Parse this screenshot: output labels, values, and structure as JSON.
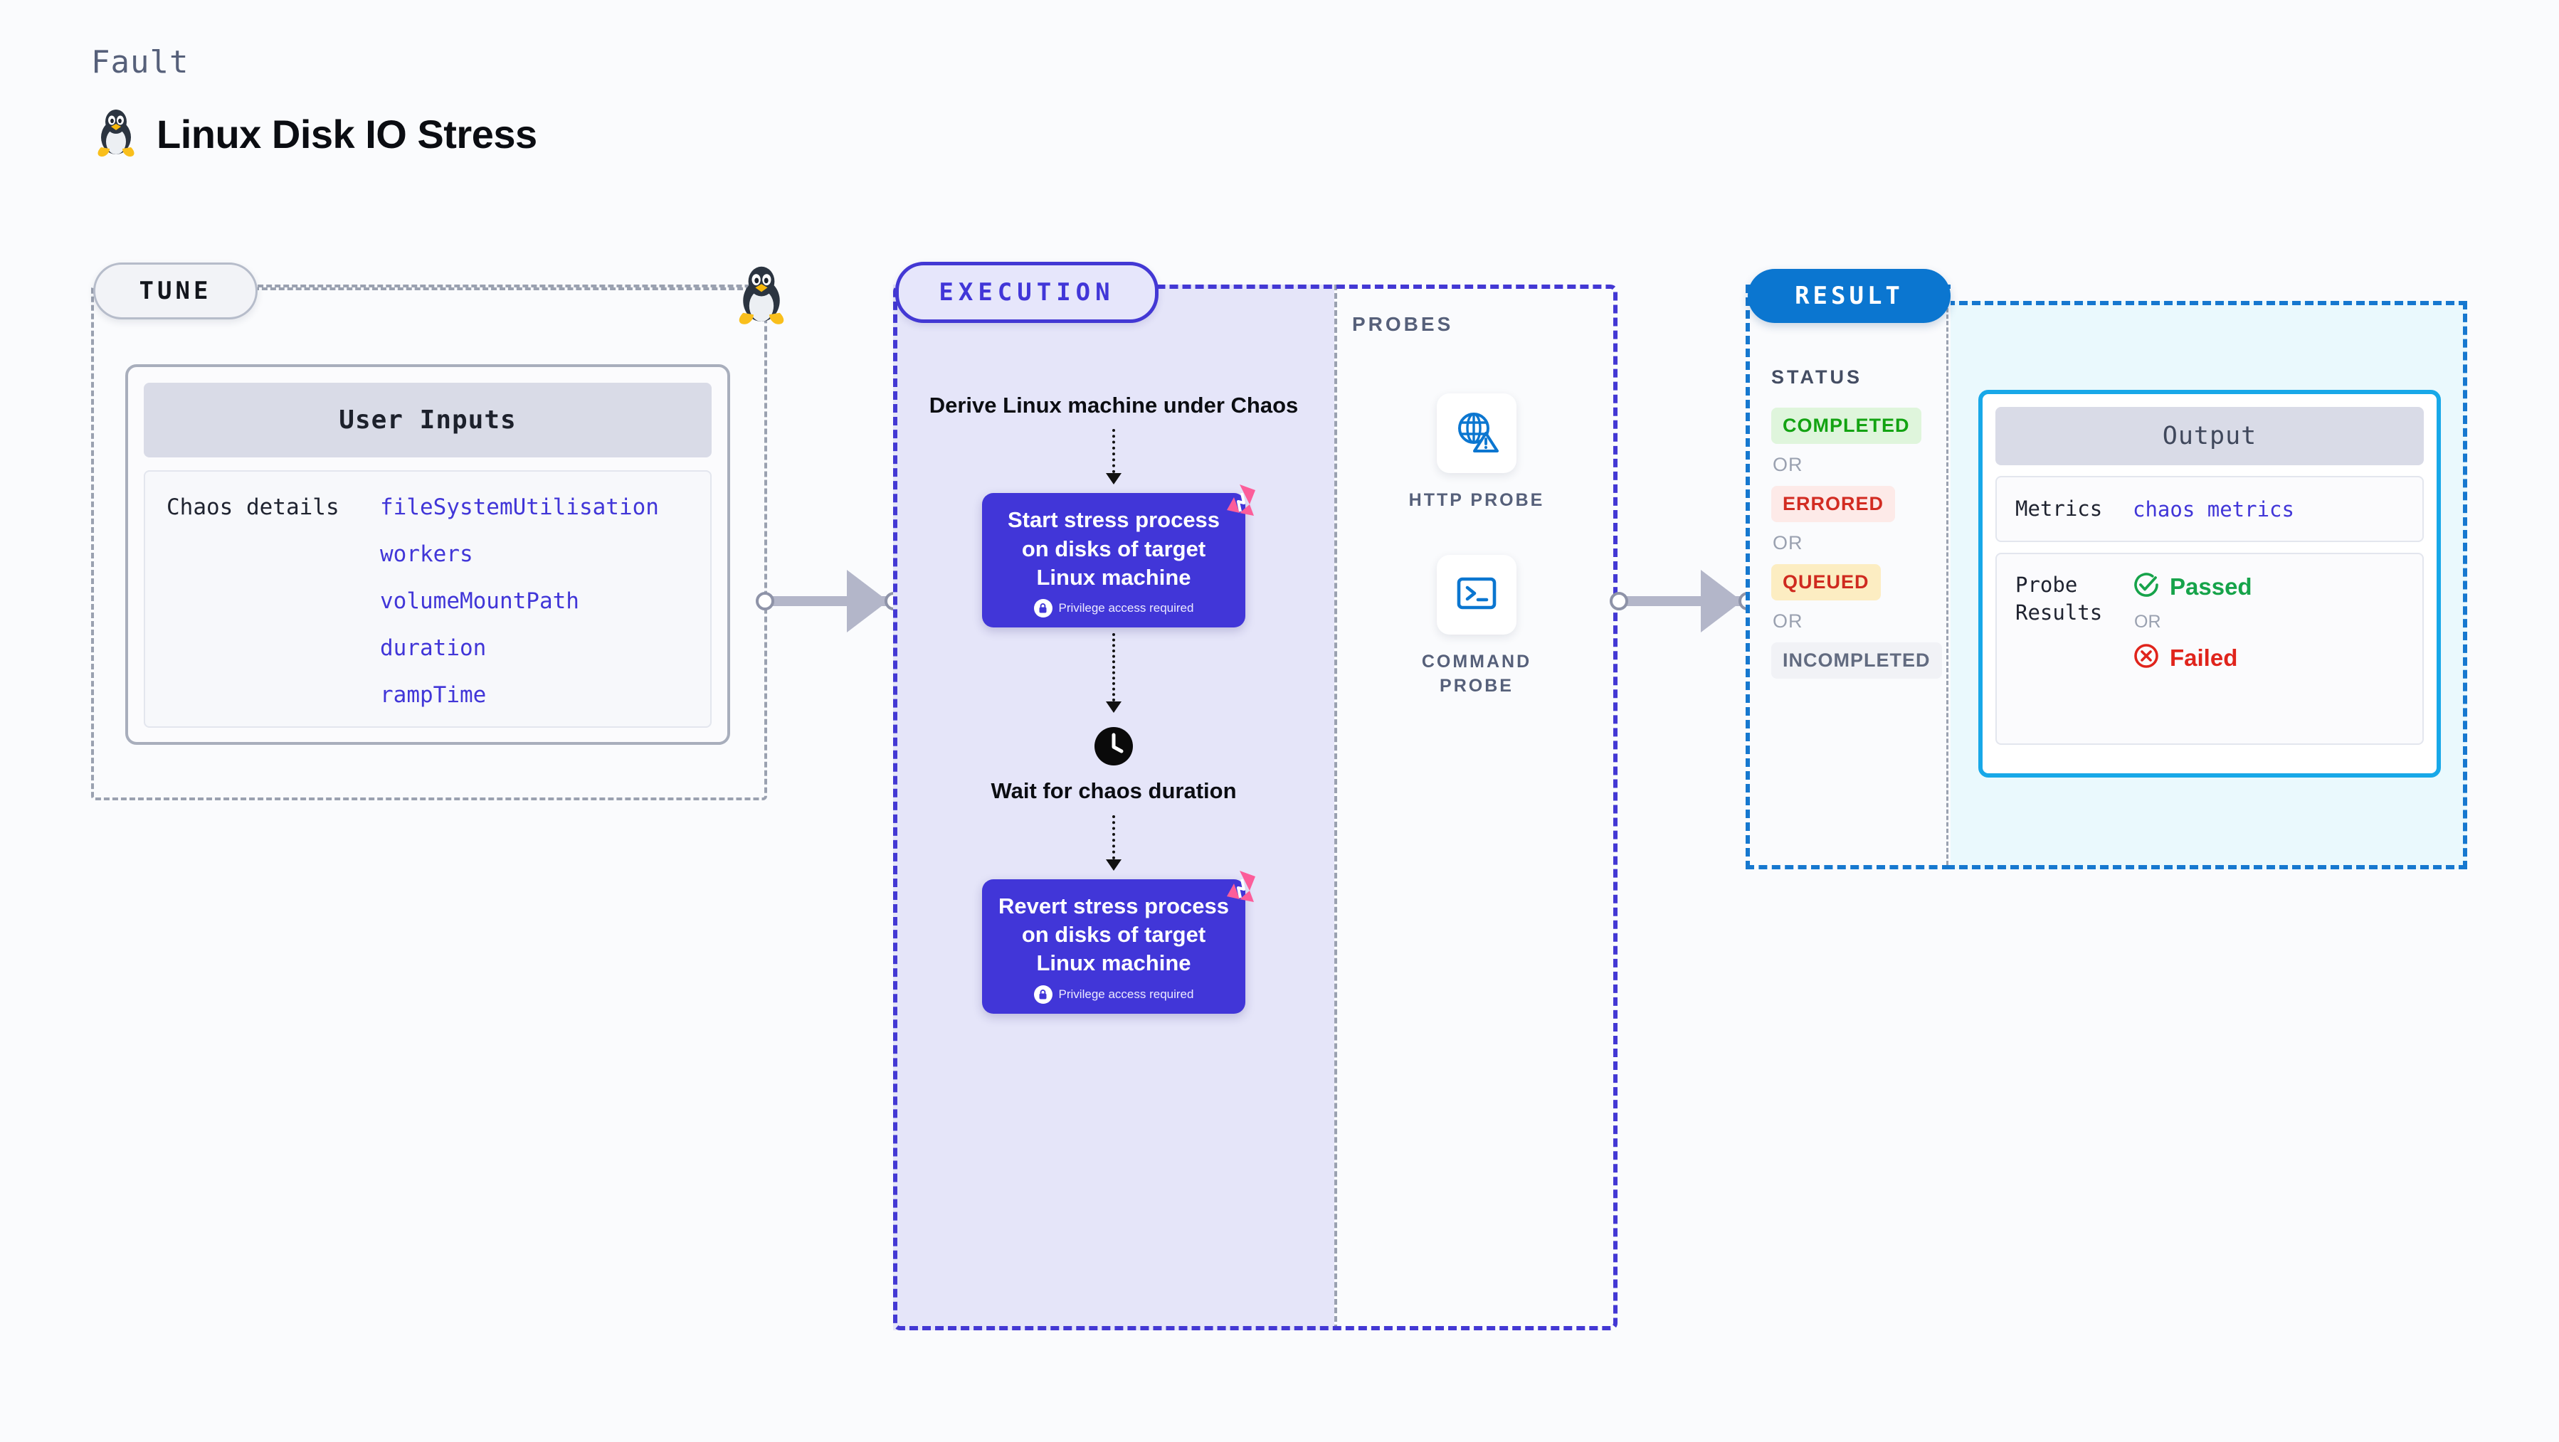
{
  "header": {
    "eyebrow": "Fault",
    "title": "Linux Disk IO Stress",
    "icon": "linux-tux-icon"
  },
  "tune": {
    "badge": "TUNE",
    "icon": "linux-tux-icon",
    "card_title": "User Inputs",
    "details_label": "Chaos details",
    "params": [
      "fileSystemUtilisation",
      "workers",
      "volumeMountPath",
      "duration",
      "rampTime"
    ]
  },
  "execution": {
    "badge": "EXECUTION",
    "step1_text": "Derive Linux machine under Chaos",
    "node1": {
      "title": "Start stress process on disks of target Linux machine",
      "privilege": "Privilege access required",
      "badge_icon": "litmus-logo-icon",
      "lock_icon": "lock-icon"
    },
    "wait": {
      "icon": "clock-icon",
      "text": "Wait for chaos duration"
    },
    "node2": {
      "title": "Revert stress process on disks of target Linux machine",
      "privilege": "Privilege access required",
      "badge_icon": "litmus-logo-icon",
      "lock_icon": "lock-icon"
    }
  },
  "probes": {
    "title": "PROBES",
    "items": [
      {
        "label": "HTTP PROBE",
        "icon": "globe-warning-icon"
      },
      {
        "label": "COMMAND PROBE",
        "icon": "terminal-icon"
      }
    ]
  },
  "result": {
    "badge": "RESULT",
    "status_title": "STATUS",
    "or_label": "OR",
    "statuses": [
      {
        "label": "COMPLETED",
        "color": "#13a312",
        "bg": "#dff5dc"
      },
      {
        "label": "ERRORED",
        "color": "#d22c22",
        "bg": "#fdeae8"
      },
      {
        "label": "QUEUED",
        "color": "#cf2a1f",
        "bg": "#fcedc2"
      },
      {
        "label": "INCOMPLETED",
        "color": "#626b80",
        "bg": "#f1f2f6"
      }
    ],
    "output": {
      "title": "Output",
      "metrics_key": "Metrics",
      "metrics_value": "chaos metrics",
      "probe_results_key": "Probe Results",
      "passed_label": "Passed",
      "failed_label": "Failed",
      "or_label": "OR",
      "passed_icon": "check-circle-icon",
      "failed_icon": "x-circle-icon"
    }
  },
  "colors": {
    "indigo": "#4136d8",
    "blue": "#0b76d0",
    "cyan": "#18a8e8",
    "pink": "#fc5d9a",
    "gray_dash": "#9aa1b0"
  }
}
